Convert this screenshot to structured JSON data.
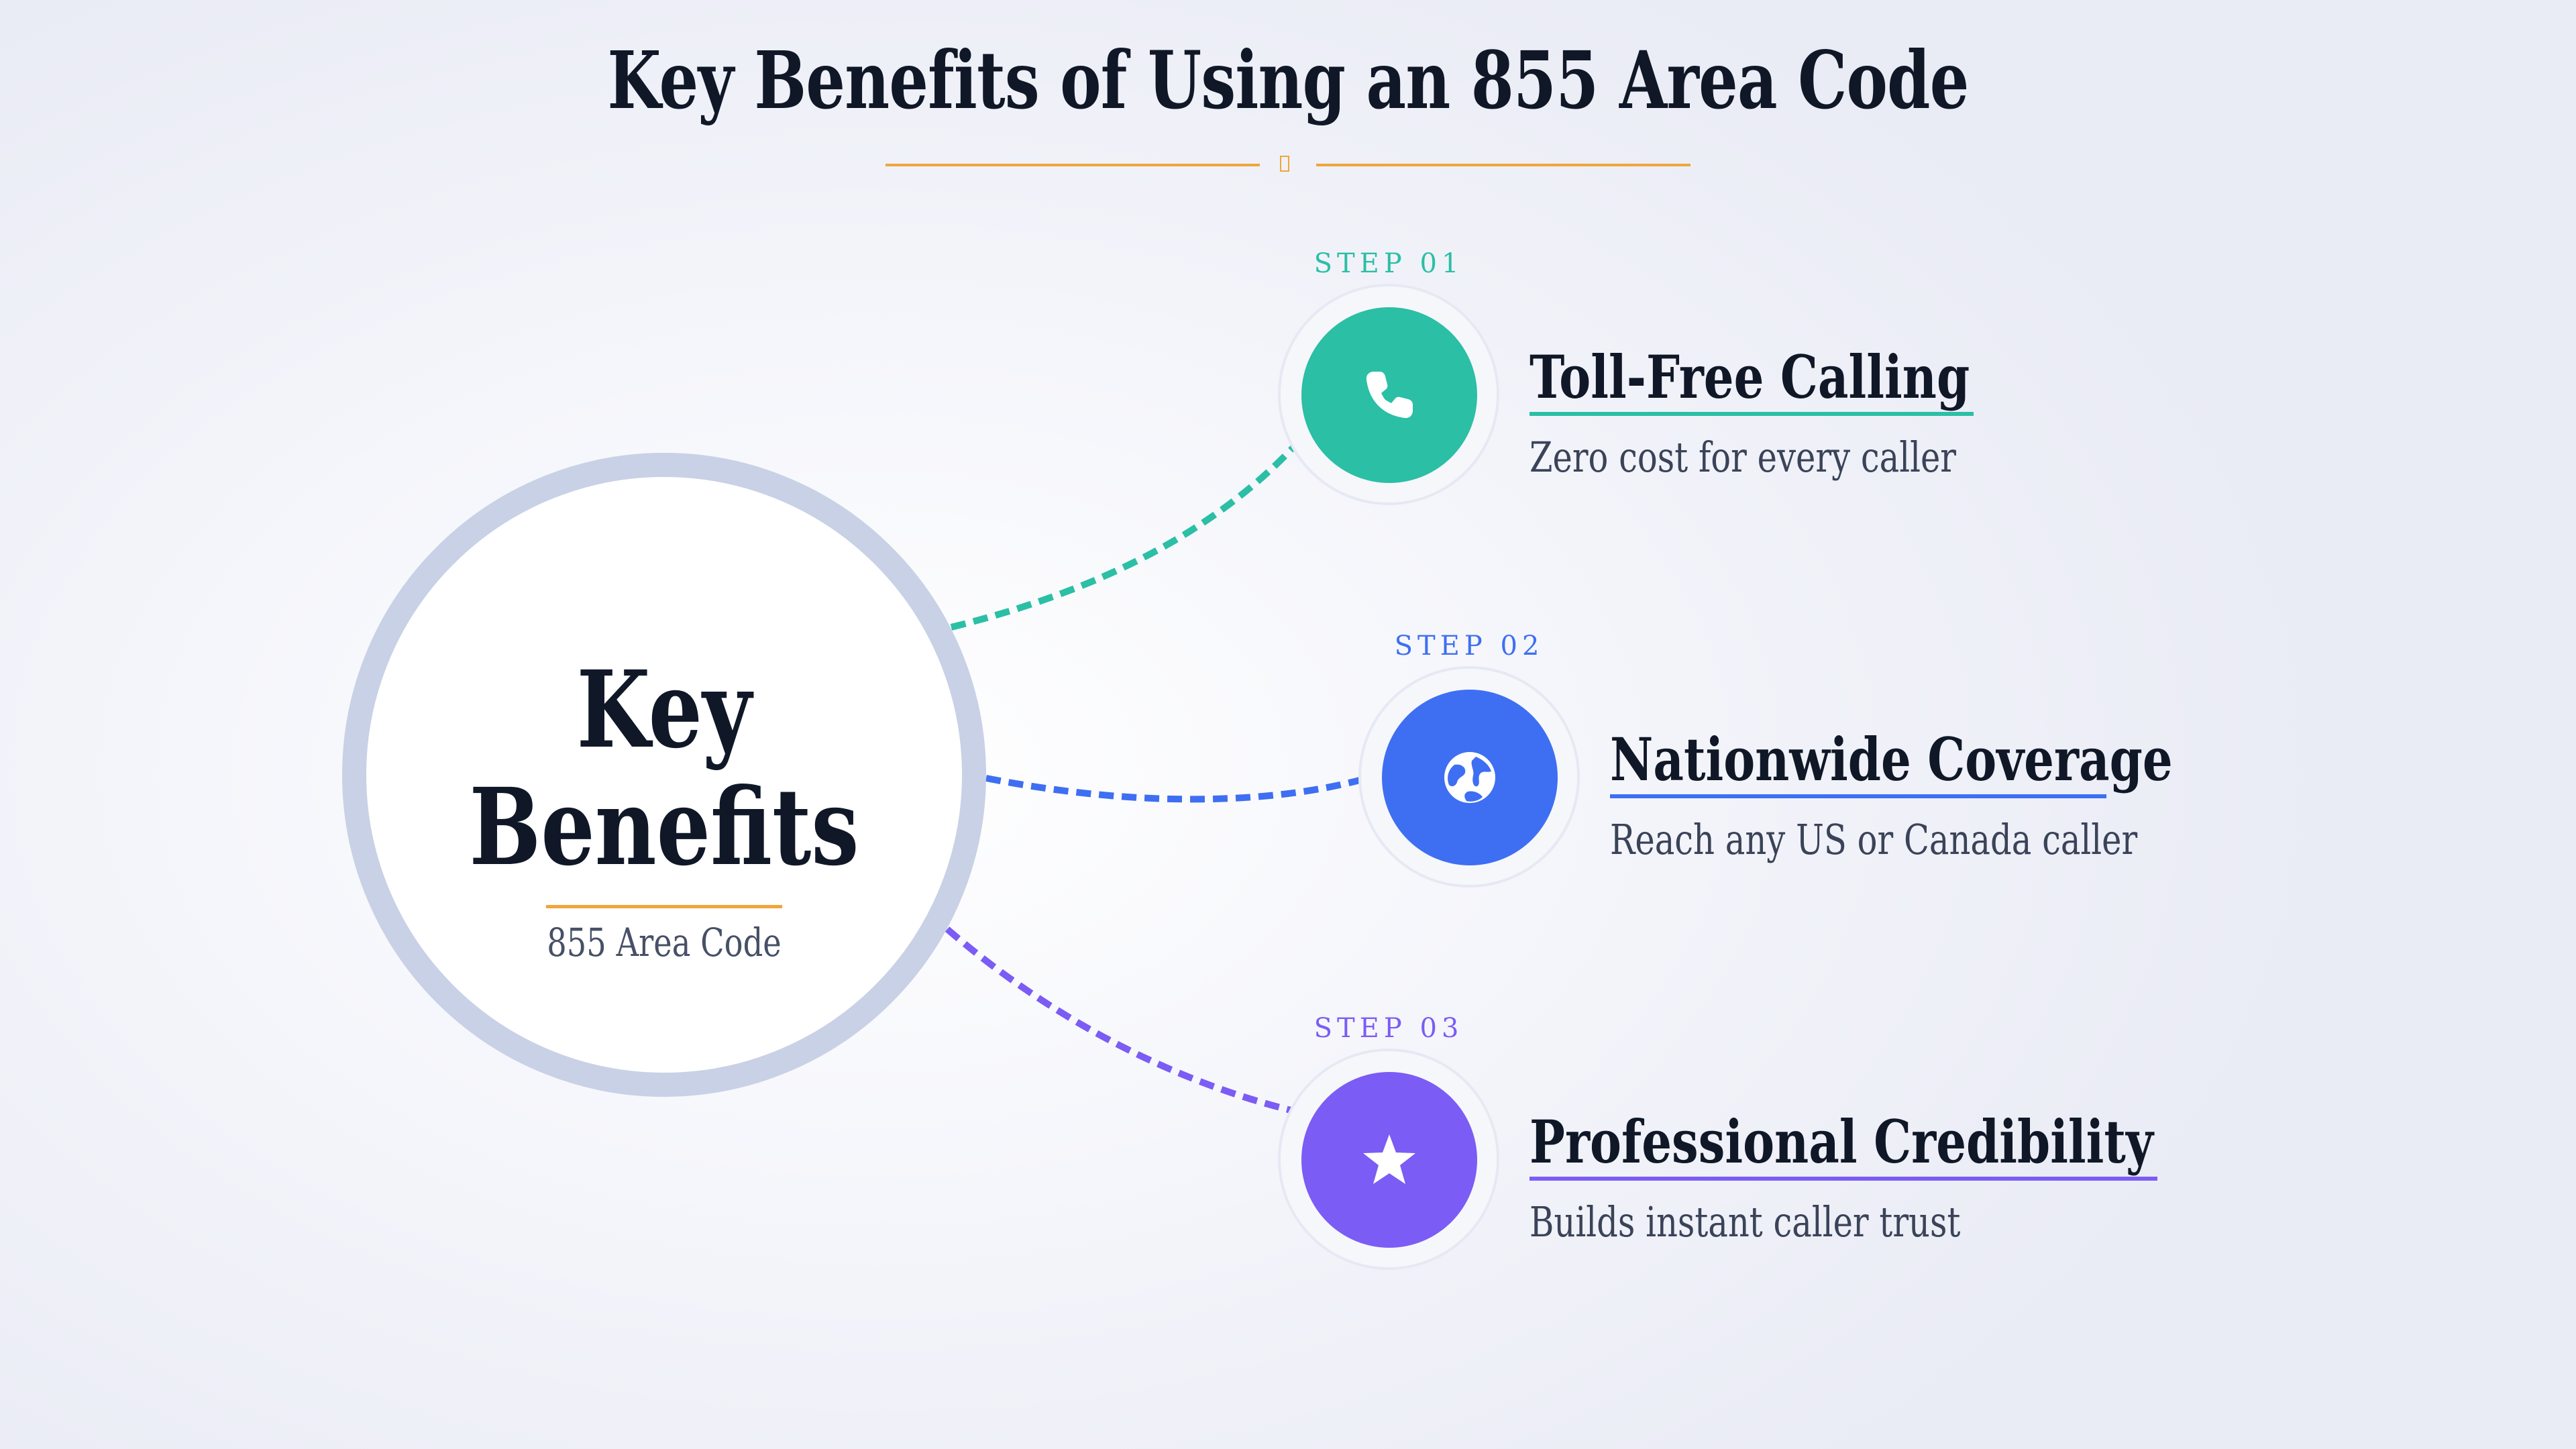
{
  "title": "Key Benefits of Using an 855 Area Code",
  "hub": {
    "title_line1": "Key",
    "title_line2": "Benefits",
    "subtitle": "855 Area Code"
  },
  "colors": {
    "teal": "#2bbfa5",
    "blue": "#3e6ff2",
    "purple": "#7b5cf5",
    "accent": "#f0a63a",
    "dark": "#101828"
  },
  "steps": [
    {
      "label": "STEP 01",
      "title": "Toll-Free Calling",
      "description": "Zero cost for every caller",
      "icon": "phone-icon",
      "color": "#2bbfa5"
    },
    {
      "label": "STEP 02",
      "title": "Nationwide Coverage",
      "description": "Reach any US or Canada caller",
      "icon": "globe-icon",
      "color": "#3e6ff2"
    },
    {
      "label": "STEP 03",
      "title": "Professional Credibility",
      "description": "Builds instant caller trust",
      "icon": "star-icon",
      "color": "#7b5cf5"
    }
  ]
}
